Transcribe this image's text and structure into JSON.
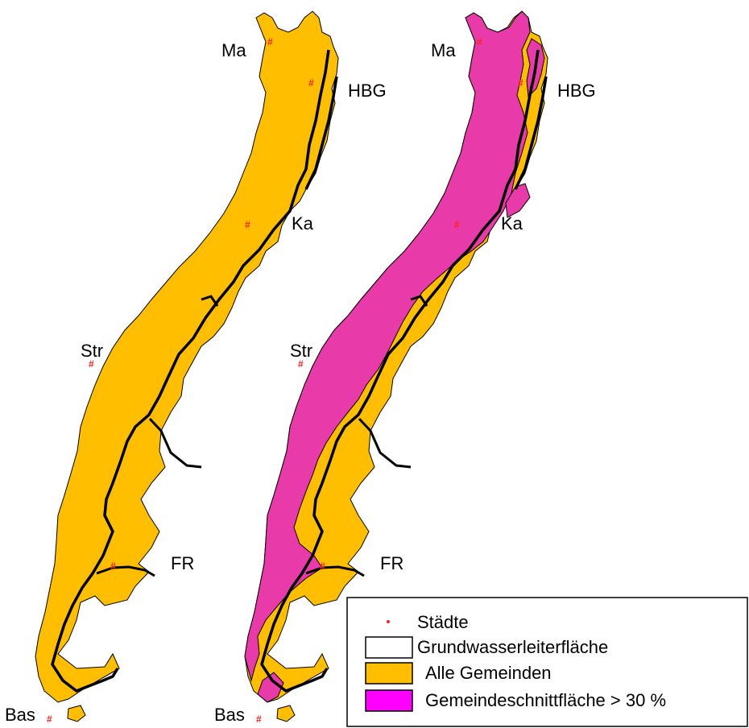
{
  "colors": {
    "alle_gemeinden": "#ffbf00",
    "gemeindeschnitt": "#e83aa8",
    "legend_magenta": "#ff00ff",
    "aquifer_outline": "#000000",
    "city_marker": "#ff2020"
  },
  "city_marker_symbol": "#",
  "left_map": {
    "cities": [
      {
        "id": "ma",
        "label": "Ma"
      },
      {
        "id": "hbg",
        "label": "HBG"
      },
      {
        "id": "ka",
        "label": "Ka"
      },
      {
        "id": "str",
        "label": "Str"
      },
      {
        "id": "fr",
        "label": "FR"
      },
      {
        "id": "bas",
        "label": "Bas"
      }
    ]
  },
  "right_map": {
    "cities": [
      {
        "id": "ma",
        "label": "Ma"
      },
      {
        "id": "hbg",
        "label": "HBG"
      },
      {
        "id": "ka",
        "label": "Ka"
      },
      {
        "id": "str",
        "label": "Str"
      },
      {
        "id": "fr",
        "label": "FR"
      },
      {
        "id": "bas",
        "label": "Bas"
      }
    ]
  },
  "legend": {
    "items": [
      {
        "id": "staedte",
        "label": "Städte",
        "symbol": "dot",
        "color": "#ff2020"
      },
      {
        "id": "aquifer",
        "label": "Grundwasserleiterfläche",
        "symbol": "box",
        "color": "#ffffff"
      },
      {
        "id": "alle",
        "label": "Alle Gemeinden",
        "symbol": "box",
        "color": "#ffbf00"
      },
      {
        "id": "schnitt",
        "label": "Gemeindeschnittfläche > 30 %",
        "symbol": "box",
        "color": "#ff00ff"
      }
    ]
  }
}
